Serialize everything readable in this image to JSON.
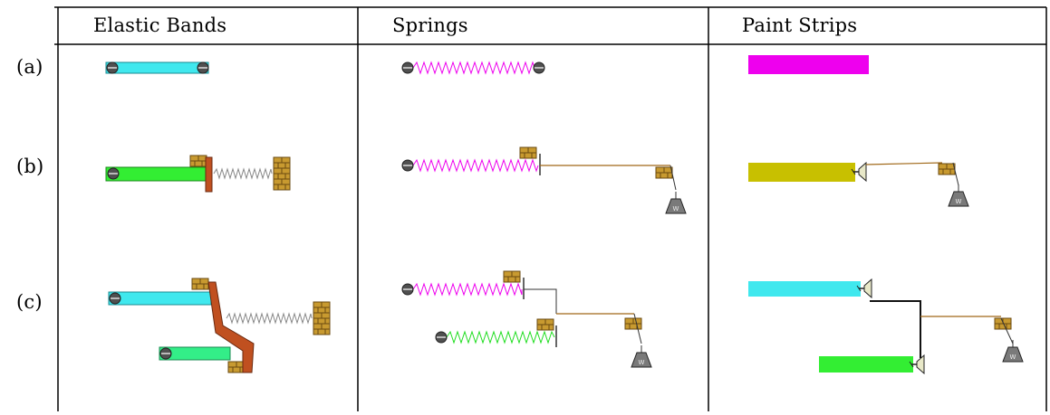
{
  "table": {
    "columns": [
      "Elastic Bands",
      "Springs",
      "Paint Strips"
    ],
    "rows": [
      "(a)",
      "(b)",
      "(c)"
    ]
  },
  "colors": {
    "cyan": "#40e8ee",
    "green": "#33ee33",
    "magenta": "#ee00ee",
    "olive": "#c8c000",
    "brick": "#c89a30",
    "rust": "#c05020",
    "weight": "#707070",
    "rope": "#a06818",
    "grid": "#000000"
  },
  "icons": {
    "anchor": "fixed-pin-icon",
    "brick": "brick-wall-icon",
    "weight": "weight-icon",
    "spring": "spring-coil-icon",
    "plate": "clamp-plate-icon"
  }
}
